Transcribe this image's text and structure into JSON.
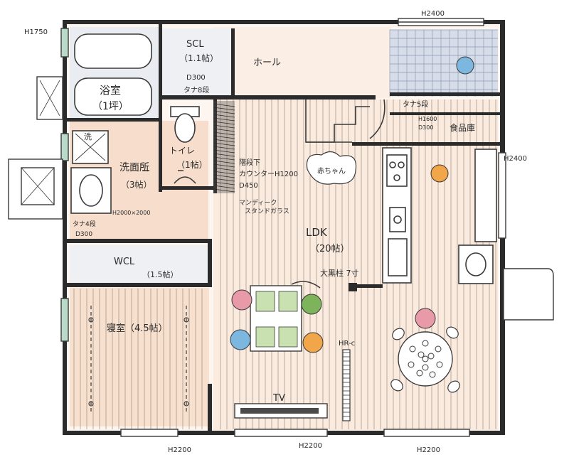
{
  "dims": {
    "top_right": "H2400",
    "top_left": "H1750",
    "right_upper": "H2400",
    "bottom_left": "H2200",
    "bottom_mid": "H2200",
    "bottom_right": "H2200"
  },
  "rooms": {
    "bath_name": "浴室",
    "bath_size": "（1坪）",
    "scl_name": "SCL",
    "scl_size": "（1.1帖）",
    "scl_depth": "D300",
    "scl_shelf": "タナ8段",
    "hall": "ホール",
    "toilet_name": "トイレ",
    "toilet_size": "（1帖）",
    "washroom_name": "洗面所",
    "washroom_size": "（3帖）",
    "wash_mark": "洗",
    "wash_shelf": "タナ4段",
    "wash_depth": "D300",
    "wash_opening": "H2000×2000",
    "counter_1": "階段下",
    "counter_2": "カウンターH1200",
    "counter_3": "D450",
    "glass_1": "マンディーク",
    "glass_2": "スタンドガラス",
    "ldk_name": "LDK",
    "ldk_size": "（20帖）",
    "pillar": "大黒柱 7寸",
    "hrc": "HR-c",
    "tv": "TV",
    "wcl_name": "WCL",
    "wcl_size": "（1.5帖）",
    "bedroom": "寝室（4.5帖）",
    "pantry": "食品庫",
    "pantry_shelf": "タナ5段",
    "pantry_h": "H1600",
    "pantry_d": "D300",
    "child": "赤ちゃん"
  },
  "colors": {
    "paper": "#ffffff",
    "wall": "#2b2b2b",
    "floor_wash": "#f6dcc8",
    "floor_ldk": "#f9e7da",
    "wet_blue": "#d7dde6",
    "stair_grid": "#b9c6d9",
    "window_green": "#b9d9c9",
    "table_green": "#c9e1b0",
    "person_pink": "#e89aa8",
    "person_blue": "#7cb7e0",
    "person_orange": "#f2a64a",
    "person_green": "#7cb35b"
  }
}
